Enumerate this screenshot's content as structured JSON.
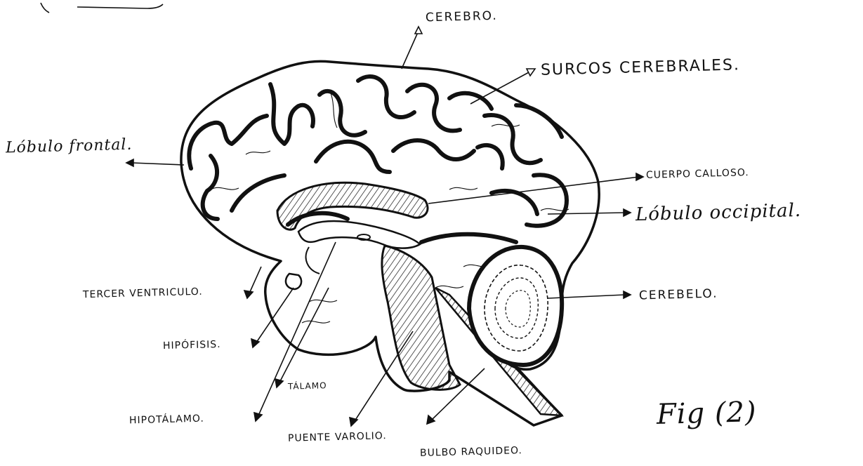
{
  "figure": {
    "caption": "Fig (2)",
    "labels": {
      "cerebro": "CEREBRO.",
      "surcos": "SURCOS CEREBRALES.",
      "lobulo_frontal": "Lóbulo frontal.",
      "cuerpo_calloso": "CUERPO CALLOSO.",
      "lobulo_occipital": "Lóbulo occipital.",
      "tercer_ventriculo": "TERCER VENTRICULO.",
      "cerebelo": "CEREBELO.",
      "hipofisis": "HIPÓFISIS.",
      "talamo": "TÁLAMO",
      "hipotalamo": "HIPOTÁLAMO.",
      "puente": "PUENTE VAROLIO.",
      "bulbo": "BULBO RAQUIDEO."
    }
  },
  "colors": {
    "ink": "#111111",
    "paper": "#ffffff"
  }
}
